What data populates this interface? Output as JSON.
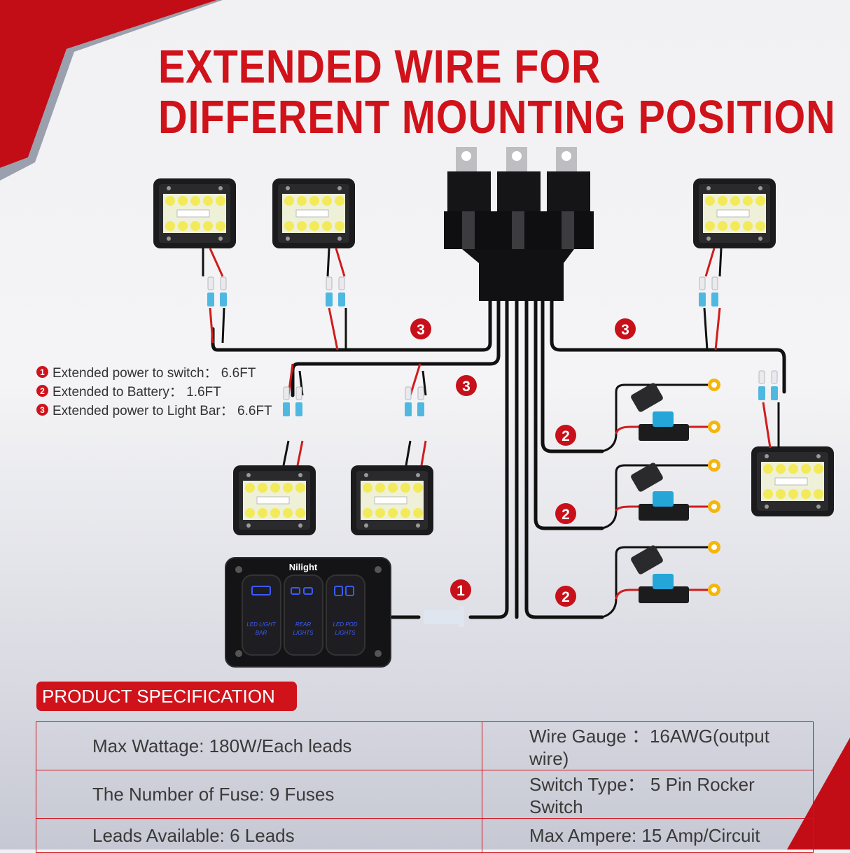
{
  "title": {
    "line1": "EXTENDED WIRE FOR",
    "line2": "DIFFERENT MOUNTING POSITION"
  },
  "colors": {
    "accent_red": "#d0121b",
    "wire_black": "#111111",
    "wire_red": "#d01c1c",
    "connector_blue": "#4fb8e0",
    "ring_terminal": "#f5b60c",
    "switch_glow": "#3b5bff"
  },
  "legend": [
    {
      "num": "1",
      "label": "Extended power to switch",
      "value": "6.6FT",
      "text": "Extended power to switch： 6.6FT"
    },
    {
      "num": "2",
      "label": "Extended to Battery",
      "value": "1.6FT",
      "text": "Extended to Battery： 1.6FT"
    },
    {
      "num": "3",
      "label": "Extended power to Light Bar",
      "value": "6.6FT",
      "text": "Extended power to Light Bar： 6.6FT"
    }
  ],
  "diagram": {
    "badges": {
      "b3_left": "3",
      "b3_right": "3",
      "b3_middle": "3",
      "b2_top": "2",
      "b2_mid": "2",
      "b2_bottom": "2",
      "b1": "1"
    },
    "relay_count": 3,
    "light_pods": 6,
    "fuse_holders": 3,
    "switch_panel": {
      "brand": "Nilight",
      "switches": [
        {
          "line1": "LED LIGHT",
          "line2": "BAR",
          "icon": "light-bar-icon"
        },
        {
          "line1": "REAR",
          "line2": "LIGHTS",
          "icon": "rear-lights-icon"
        },
        {
          "line1": "LED POD",
          "line2": "LIGHTS",
          "icon": "pod-lights-icon"
        }
      ]
    }
  },
  "spec": {
    "header": "PRODUCT SPECIFICATION",
    "rows": [
      {
        "left": "Max Wattage: 180W/Each leads",
        "right": "Wire Gauge ：16AWG(output wire)"
      },
      {
        "left": "The Number of Fuse: 9 Fuses",
        "right": "Switch Type： 5 Pin Rocker Switch"
      },
      {
        "left": "Leads Available: 6 Leads",
        "right": "Max Ampere: 15 Amp/Circuit"
      }
    ]
  }
}
